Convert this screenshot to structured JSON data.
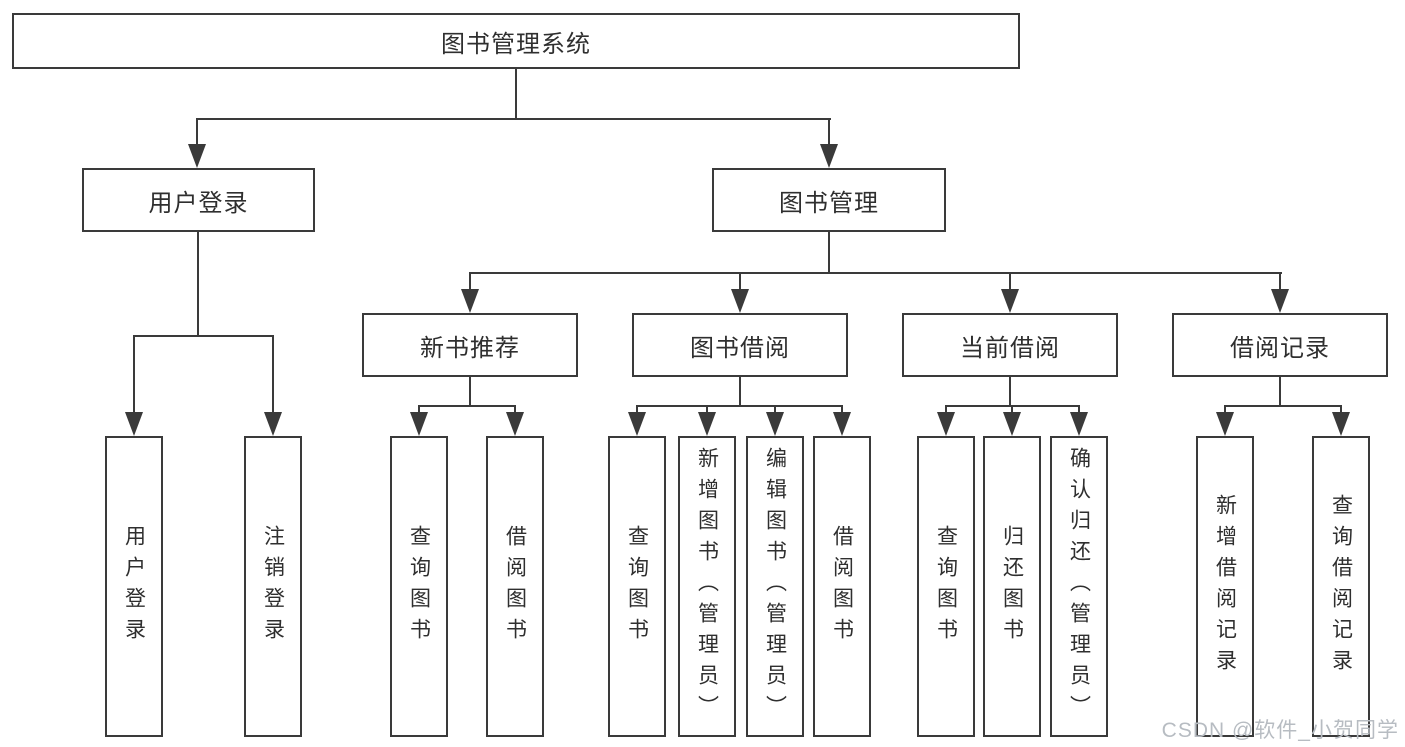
{
  "diagram": {
    "title": "图书管理系统",
    "root": {
      "label": "图书管理系统"
    },
    "level1": [
      {
        "label": "用户登录",
        "children": [
          {
            "label": "用户登录"
          },
          {
            "label": "注销登录"
          }
        ]
      },
      {
        "label": "图书管理",
        "children": [
          {
            "label": "新书推荐",
            "children": [
              {
                "label": "查询图书"
              },
              {
                "label": "借阅图书"
              }
            ]
          },
          {
            "label": "图书借阅",
            "children": [
              {
                "label": "查询图书"
              },
              {
                "label": "新增图书（管理员）"
              },
              {
                "label": "编辑图书（管理员）"
              },
              {
                "label": "借阅图书"
              }
            ]
          },
          {
            "label": "当前借阅",
            "children": [
              {
                "label": "查询图书"
              },
              {
                "label": "归还图书"
              },
              {
                "label": "确认归还（管理员）"
              }
            ]
          },
          {
            "label": "借阅记录",
            "children": [
              {
                "label": "新增借阅记录"
              },
              {
                "label": "查询借阅记录"
              }
            ]
          }
        ]
      }
    ]
  },
  "watermark": {
    "text": "CSDN @软件_小贺同学",
    "color": "#b7bcc2"
  },
  "colors": {
    "line": "#3a3a3a",
    "text": "#2f2f2f",
    "background": "#ffffff"
  }
}
